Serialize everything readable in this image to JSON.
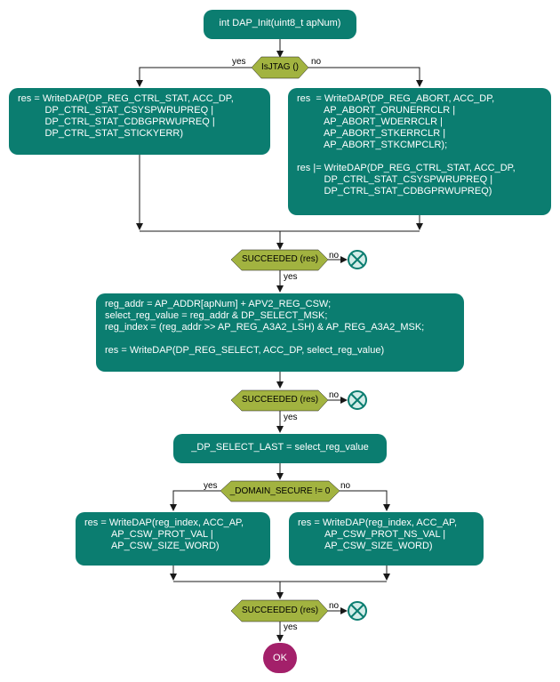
{
  "diagram": {
    "start": "int DAP_Init(uint8_t apNum)",
    "decisions": {
      "jtag": {
        "label": "IsJTAG ()",
        "yes": "yes",
        "no": "no"
      },
      "ok1": {
        "label": "SUCCEEDED (res)",
        "yes": "yes",
        "no": "no"
      },
      "ok2": {
        "label": "SUCCEEDED (res)",
        "yes": "yes",
        "no": "no"
      },
      "secure": {
        "label": "_DOMAIN_SECURE != 0",
        "yes": "yes",
        "no": "no"
      },
      "ok3": {
        "label": "SUCCEEDED (res)",
        "yes": "yes",
        "no": "no"
      }
    },
    "actions": {
      "jtag_write": "res = WriteDAP(DP_REG_CTRL_STAT, ACC_DP,\n          DP_CTRL_STAT_CSYSPWRUPREQ |\n          DP_CTRL_STAT_CDBGPRWUPREQ |\n          DP_CTRL_STAT_STICKYERR)",
      "swd_write": "res  = WriteDAP(DP_REG_ABORT, ACC_DP,\n          AP_ABORT_ORUNERRCLR |\n          AP_ABORT_WDERRCLR |\n          AP_ABORT_STKERRCLR |\n          AP_ABORT_STKCMPCLR);\n\nres |= WriteDAP(DP_REG_CTRL_STAT, ACC_DP,\n          DP_CTRL_STAT_CSYSPWRUPREQ |\n          DP_CTRL_STAT_CDBGPRWUPREQ)",
      "select": "reg_addr = AP_ADDR[apNum] + APV2_REG_CSW;\nselect_reg_value = reg_addr & DP_SELECT_MSK;\nreg_index = (reg_addr >> AP_REG_A3A2_LSH) & AP_REG_A3A2_MSK;\n\nres = WriteDAP(DP_REG_SELECT, ACC_DP, select_reg_value)",
      "last": "_DP_SELECT_LAST = select_reg_value",
      "secure_write": "res = WriteDAP(reg_index, ACC_AP,\n          AP_CSW_PROT_VAL |\n          AP_CSW_SIZE_WORD)",
      "nonsecure_write": "res = WriteDAP(reg_index, ACC_AP,\n          AP_CSW_PROT_NS_VAL |\n          AP_CSW_SIZE_WORD)"
    },
    "end": "OK"
  },
  "colors": {
    "action": "#0b7d70",
    "decision": "#a2b340",
    "end": "#a3206a",
    "stop_fill": "#d3ede9",
    "stop_stroke": "#0b7d70"
  }
}
